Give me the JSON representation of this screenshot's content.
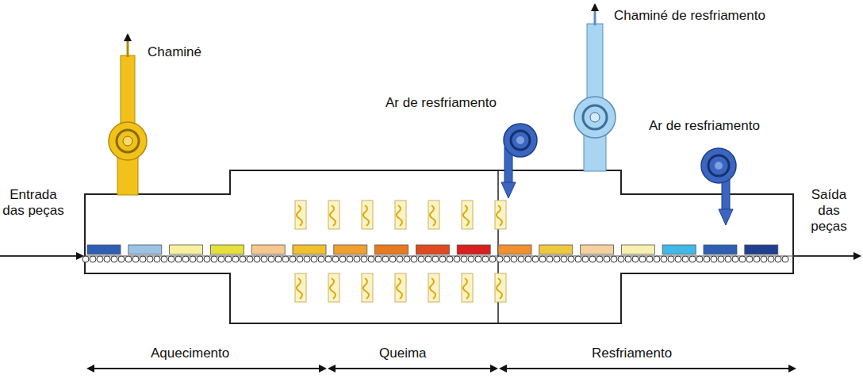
{
  "diagram": {
    "labels": [
      "Chaminé",
      "Chaminé de resfriamento",
      "Ar de resfriamento",
      "Ar de resfriamento",
      "Entrada das peças",
      "Saída das peças",
      "Aquecimento",
      "Queima",
      "Resfriamento"
    ]
  }
}
